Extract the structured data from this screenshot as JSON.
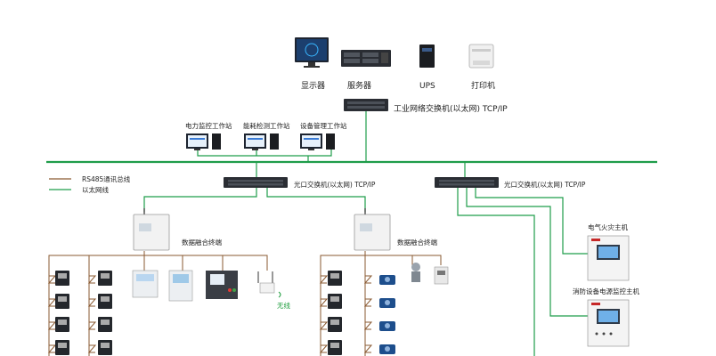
{
  "top_devices": {
    "monitor": "显示器",
    "server": "服务器",
    "ups": "UPS",
    "printer": "打印机"
  },
  "industrial_switch": "工业网络交换机(以太网) TCP/IP",
  "workstations": {
    "power": "电力监控工作站",
    "energy": "能耗检测工作站",
    "device": "设备管理工作站"
  },
  "legend": {
    "rs485": "RS485通讯总线",
    "ethernet": "以太网线"
  },
  "fiber_switch_left": "光口交换机(以太网) TCP/IP",
  "fiber_switch_right": "光口交换机(以太网) TCP/IP",
  "terminal_left": "数据融合终端",
  "terminal_right": "数据融合终端",
  "wireless": "无线",
  "fire_host": "电气火灾主机",
  "power_host": "消防设备电源监控主机",
  "colors": {
    "ethernet": "#1f9d4a",
    "rs485": "#8a5a32",
    "device_dark": "#2a2d33"
  }
}
